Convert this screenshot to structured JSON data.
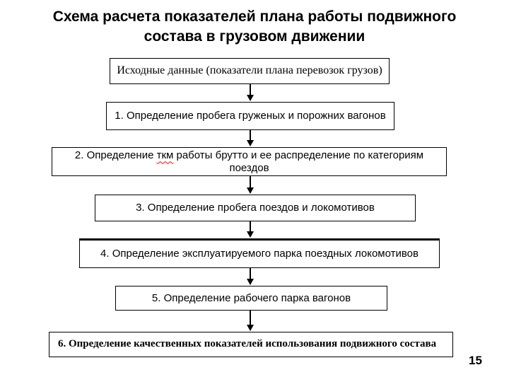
{
  "slide": {
    "title_lines": [
      "Схема расчета показателей плана работы подвижного",
      "состава в грузовом движении"
    ],
    "page_number": "15"
  },
  "flowchart": {
    "nodes": {
      "source": {
        "label": "Исходные данные (показатели плана перевозок грузов)"
      },
      "step1": {
        "label": "1. Определение пробега груженых и порожних вагонов"
      },
      "step2": {
        "prefix": "2. Определение ",
        "spellchecked_word": "ткм",
        "suffix": " работы брутто и ее распределение по категориям поездов"
      },
      "step3": {
        "label": "3. Определение пробега поездов и локомотивов"
      },
      "step4": {
        "label": "4. Определение эксплуатируемого парка поездных локомотивов"
      },
      "step5": {
        "label": "5. Определение рабочего парка вагонов"
      },
      "step6": {
        "label": "6. Определение качественных показателей использования подвижного состава"
      }
    },
    "colors": {
      "box_border": "#000000",
      "text": "#000000",
      "spellcheck_underline": "#ff0000",
      "background": "#ffffff"
    }
  }
}
